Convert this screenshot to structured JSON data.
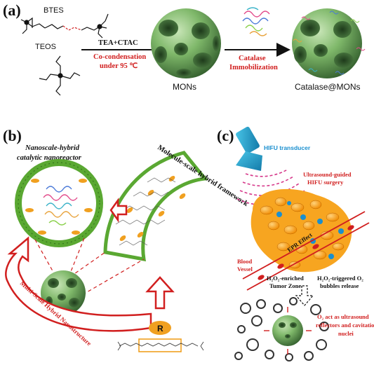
{
  "panel_a": {
    "label": "(a)",
    "reagent_1": "BTES",
    "reagent_2": "TEOS",
    "step1_top": "TEA+CTAC",
    "step1_bottom_line1": "Co-condensation",
    "step1_bottom_line2": "under 95 ℃",
    "step2_line1": "Catalase",
    "step2_line2": "Immobilization",
    "product_1": "MONs",
    "product_2": "Catalase@MONs"
  },
  "panel_b": {
    "label": "(b)",
    "title_line1": "Nanoscale-hybrid",
    "title_line2": "catalytic nanoreactor",
    "framework_label": "Molecule-scale hybrid framework",
    "multiscale_label": "Multi-Scale Hybrid Nanostructure",
    "r_label": "R"
  },
  "panel_c": {
    "label": "(c)",
    "transducer": "HIFU transducer",
    "surgery_line1": "Ultrasound-guided",
    "surgery_line2": "HIFU surgery",
    "epr": "EPR Effect",
    "vessel_line1": "Blood",
    "vessel_line2": "Vessel",
    "zone_line1": "H₂O₂-enriched",
    "zone_line2": "Tumor Zone",
    "bubbles_line1": "H₂O₂-triggered O₂",
    "bubbles_line2": "bubbles release",
    "o2_line1": "O₂ act as ultrasound",
    "o2_line2": "reflectors and cavitation",
    "o2_line3": "nuclei"
  }
}
